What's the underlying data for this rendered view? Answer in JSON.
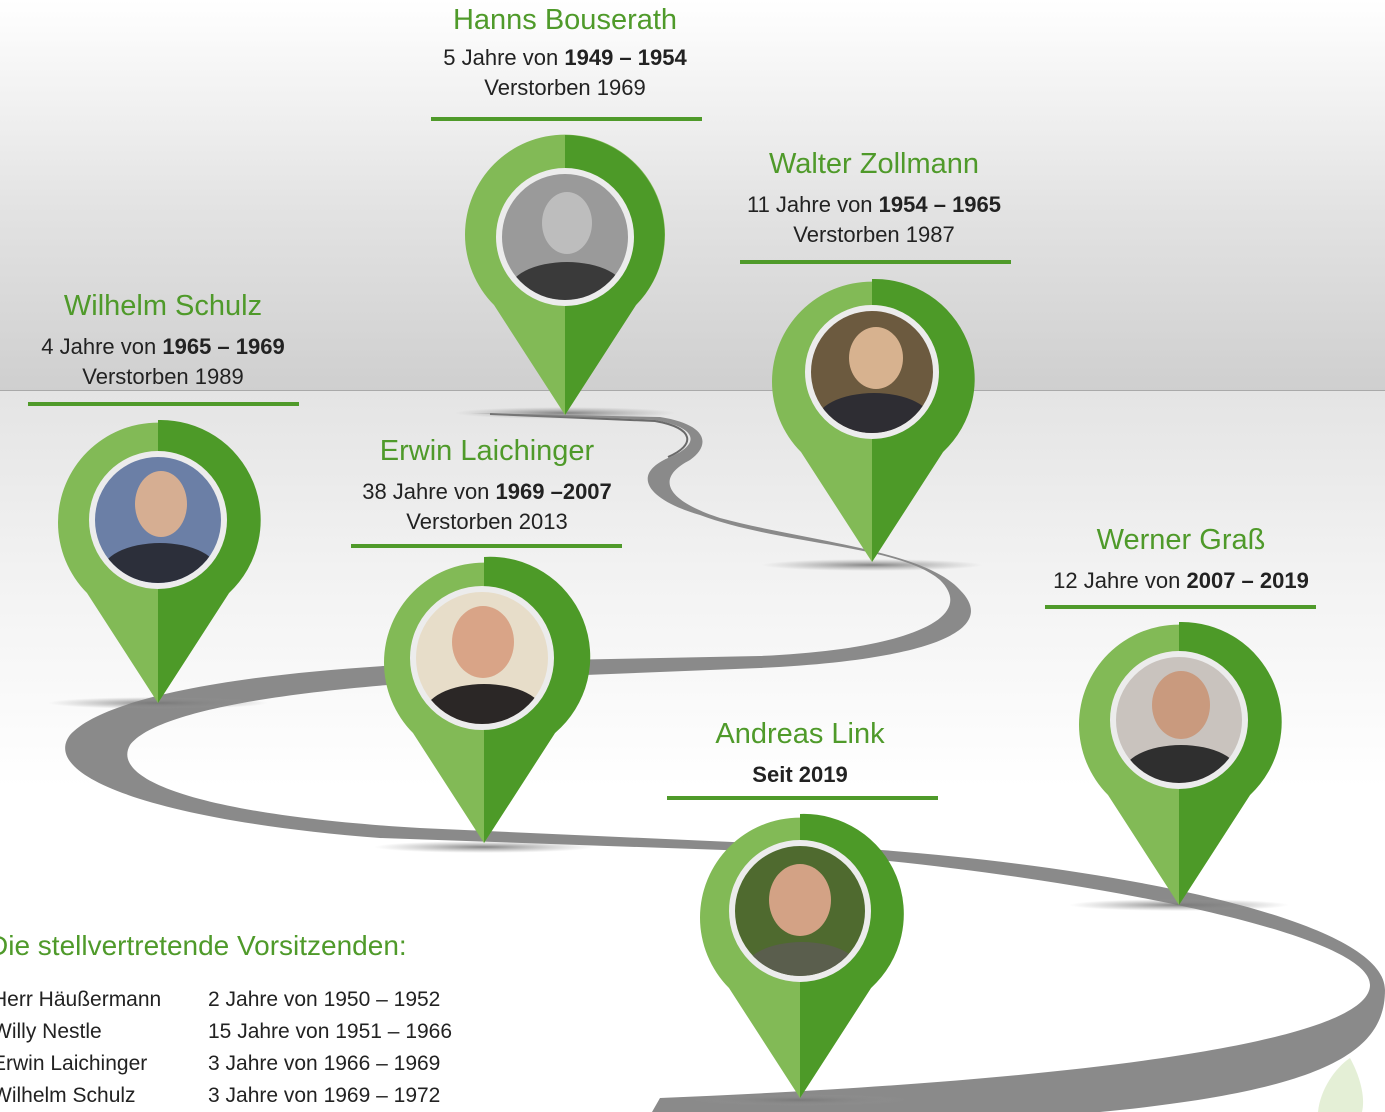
{
  "colors": {
    "accent_green": "#4f9a2a",
    "pin_light": "#82ba56",
    "pin_dark": "#4d9a28",
    "road": "#8a8a8a"
  },
  "people": {
    "bouserath": {
      "name": "Hanns Bouserath",
      "tenure_prefix": "5 Jahre von",
      "years": "1949 – 1954",
      "died": "Verstorben 1969"
    },
    "zollmann": {
      "name": "Walter Zollmann",
      "tenure_prefix": "11 Jahre von",
      "years": "1954 – 1965",
      "died": "Verstorben 1987"
    },
    "schulz": {
      "name": "Wilhelm Schulz",
      "tenure_prefix": "4 Jahre von",
      "years": "1965 – 1969",
      "died": "Verstorben 1989"
    },
    "laichinger": {
      "name": "Erwin Laichinger",
      "tenure_prefix": "38 Jahre von",
      "years": "1969 –2007",
      "died": "Verstorben 2013"
    },
    "grass": {
      "name": "Werner Graß",
      "tenure_prefix": "12 Jahre von",
      "years": "2007 – 2019"
    },
    "link": {
      "name": "Andreas Link",
      "years": "Seit 2019"
    }
  },
  "deputies": {
    "title": "Die stellvertretende Vorsitzenden:",
    "rows": [
      {
        "name": "Herr Häußermann",
        "span": "2 Jahre von 1950 – 1952"
      },
      {
        "name": "Willy Nestle",
        "span": "15 Jahre von 1951 – 1966"
      },
      {
        "name": "Erwin Laichinger",
        "span": "3 Jahre von 1966 – 1969"
      },
      {
        "name": "Wilhelm Schulz",
        "span": "3 Jahre von 1969 – 1972"
      }
    ]
  }
}
